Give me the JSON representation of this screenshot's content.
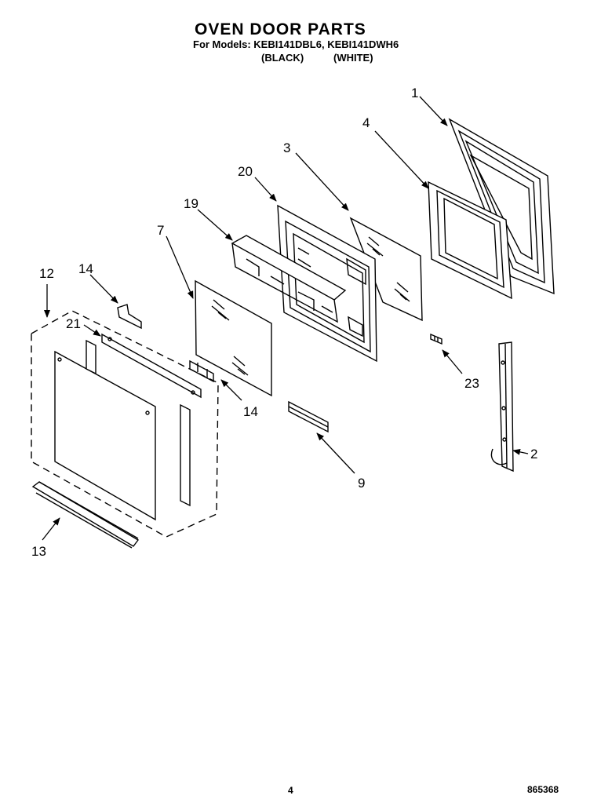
{
  "header": {
    "title": "OVEN DOOR PARTS",
    "models_line": "For Models: KEBI141DBL6, KEBI141DWH6",
    "finish_black": "(BLACK)",
    "finish_white": "(WHITE)"
  },
  "footer": {
    "page_number": "4",
    "doc_number": "865368"
  },
  "callouts": {
    "p1": "1",
    "p2": "2",
    "p3": "3",
    "p4": "4",
    "p7": "7",
    "p9": "9",
    "p12": "12",
    "p13": "13",
    "p14a": "14",
    "p14b": "14",
    "p19": "19",
    "p20": "20",
    "p21": "21",
    "p23": "23"
  }
}
